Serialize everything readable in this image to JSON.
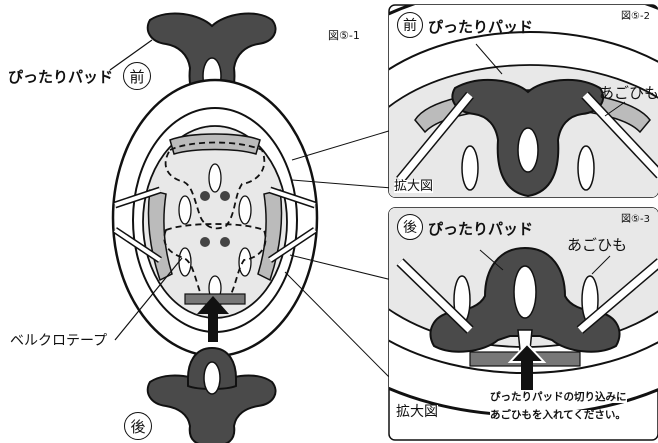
{
  "figures": {
    "main": "図⑤-1",
    "front_zoom": "図⑤-2",
    "rear_zoom": "図⑤-3"
  },
  "labels": {
    "pad": "ぴったりパッド",
    "front": "前",
    "rear": "後",
    "velcro": "ベルクロテープ",
    "chin_strap": "あごひも",
    "enlarged": "拡大図",
    "instruction_line1": "ぴったりパッドの切り込みに",
    "instruction_line2": "あごひもを入れてください。"
  },
  "colors": {
    "pad_fill": "#4a4a4a",
    "helmet_inner": "#e8e8e8",
    "line": "#111111"
  }
}
